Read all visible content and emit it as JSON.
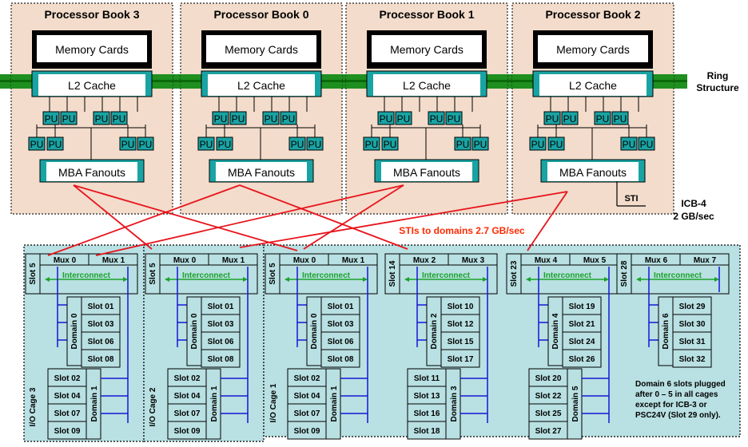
{
  "books": [
    {
      "title": "Processor Book 3"
    },
    {
      "title": "Processor Book 0"
    },
    {
      "title": "Processor Book 1"
    },
    {
      "title": "Processor Book 2"
    }
  ],
  "book_labels": {
    "memory": "Memory Cards",
    "l2": "L2 Cache",
    "pu": "PU",
    "mba": "MBA Fanouts",
    "sti": "STI"
  },
  "ring_label": [
    "Ring",
    "Structure"
  ],
  "icb_label": [
    "ICB-4",
    "2 GB/sec"
  ],
  "sti_domains_label": "STIs to domains 2.7 GB/sec",
  "cage_labels": {
    "interconnect": "Interconnect"
  },
  "cages": [
    {
      "name": "I/O Cage 3",
      "slot_label": "Slot 5",
      "mux": [
        "Mux 0",
        "Mux 1"
      ],
      "domain_a": {
        "label": "Domain 0",
        "slots": [
          "Slot 01",
          "Slot 03",
          "Slot 06",
          "Slot 08"
        ]
      },
      "domain_b": {
        "label": "Domain 1",
        "slots": [
          "Slot 02",
          "Slot 04",
          "Slot 07",
          "Slot 09"
        ]
      }
    },
    {
      "name": "I/O Cage 2",
      "slot_label": "Slot 5",
      "mux": [
        "Mux 0",
        "Mux 1"
      ],
      "domain_a": {
        "label": "Domain 0",
        "slots": [
          "Slot 01",
          "Slot 03",
          "Slot 06",
          "Slot 08"
        ]
      },
      "domain_b": {
        "label": "Domain 1",
        "slots": [
          "Slot 02",
          "Slot 04",
          "Slot 07",
          "Slot 09"
        ]
      }
    }
  ],
  "cage1": {
    "name": "I/O Cage 1",
    "sections": [
      {
        "slot_label": "Slot 5",
        "mux": [
          "Mux 0",
          "Mux 1"
        ],
        "domain_a": {
          "label": "Domain 0",
          "slots": [
            "Slot 01",
            "Slot 03",
            "Slot 06",
            "Slot 08"
          ]
        },
        "domain_b": {
          "label": "Domain 1",
          "slots": [
            "Slot 02",
            "Slot 04",
            "Slot 07",
            "Slot 09"
          ]
        }
      },
      {
        "slot_label": "Slot 14",
        "mux": [
          "Mux 2",
          "Mux 3"
        ],
        "domain_a": {
          "label": "Domain 2",
          "slots": [
            "Slot 10",
            "Slot 12",
            "Slot 15",
            "Slot 17"
          ]
        },
        "domain_b": {
          "label": "Domain 3",
          "slots": [
            "Slot 11",
            "Slot 13",
            "Slot 16",
            "Slot 18"
          ]
        }
      },
      {
        "slot_label": "Slot 23",
        "mux": [
          "Mux 4",
          "Mux 5"
        ],
        "domain_a": {
          "label": "Domain 4",
          "slots": [
            "Slot 19",
            "Slot 21",
            "Slot 24",
            "Slot 26"
          ]
        },
        "domain_b": {
          "label": "Domain 5",
          "slots": [
            "Slot 20",
            "Slot 22",
            "Slot 25",
            "Slot 27"
          ]
        }
      },
      {
        "slot_label": "Slot 28",
        "mux": [
          "Mux 6",
          "Mux 7"
        ],
        "domain_a": {
          "label": "Domain 6",
          "slots": [
            "Slot 29",
            "Slot 30",
            "Slot 31",
            "Slot 32"
          ]
        },
        "domain_b": null
      }
    ]
  },
  "domain6_note": [
    "Domain 6 slots plugged",
    "after 0 – 5 in all cages",
    "except for ICB-3 or",
    "PSC24V (Slot 29 only)."
  ],
  "colors": {
    "book_fill": "#f3dccb",
    "cage_fill": "#b9e0e2",
    "teal": "#1aa3a3",
    "ring_green": "#1f8f1f",
    "link_red": "#e8141c",
    "blue_line": "#1616d8",
    "interconnect_green": "#1aa32a",
    "note_red": "#ff2a00"
  }
}
